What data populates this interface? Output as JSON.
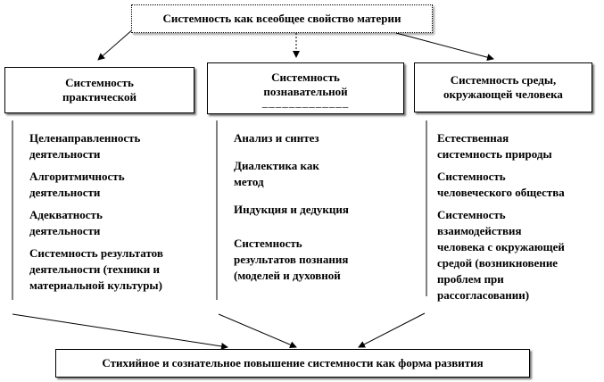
{
  "top_box": {
    "label": "Системность как всеобщее  свойство материи"
  },
  "columns": [
    {
      "heading": [
        "Системность",
        "практической"
      ],
      "items": [
        [
          "Целенаправленность",
          "деятельности"
        ],
        [
          "Алгоритмичность",
          "деятельности"
        ],
        [
          "Адекватность",
          "деятельности"
        ],
        [
          "Системность результатов",
          "деятельности (техники и",
          "материальной культуры)"
        ]
      ]
    },
    {
      "heading": [
        "Системность",
        "познавательной",
        "_____________"
      ],
      "items": [
        [
          "Анализ и синтез"
        ],
        [
          "Диалектика как",
          "метод"
        ],
        [
          "Индукция  и дедукция"
        ],
        [
          "Системность",
          "результатов познания",
          "(моделей и духовной"
        ]
      ]
    },
    {
      "heading": [
        "Системность среды,",
        "окружающей  человека"
      ],
      "items": [
        [
          "Естественная",
          "системность природы"
        ],
        [
          "Системность",
          "человеческого  общества"
        ],
        [
          "Системность",
          "взаимодействия",
          "человека с окружающей",
          "средой (возникновение",
          "проблем при",
          "рассогласовании)"
        ]
      ]
    }
  ],
  "bottom_box": {
    "label": "Стихийное и сознательное повышение системности как форма развития"
  }
}
